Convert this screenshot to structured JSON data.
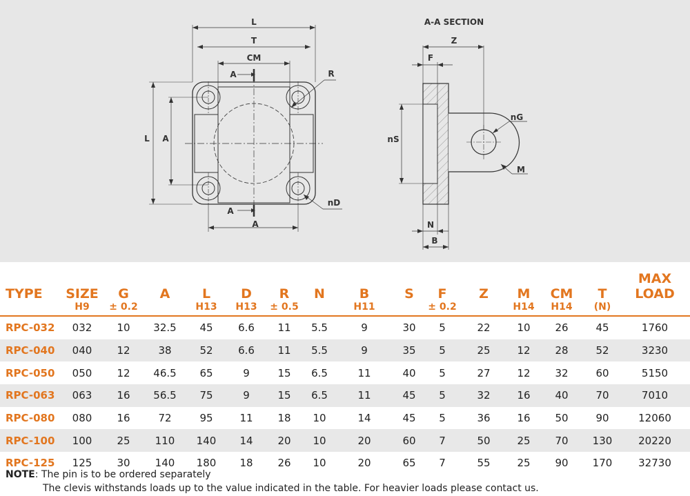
{
  "drawing": {
    "labels": {
      "L_top": "L",
      "T_top": "T",
      "CM": "CM",
      "A_section_top": "A",
      "A_section_bottom": "A",
      "R": "R",
      "L_side": "L",
      "A_side": "A",
      "nD": "nD",
      "A_bottom": "A",
      "section_title": "A-A SECTION",
      "Z": "Z",
      "F": "F",
      "nG": "nG",
      "nS": "nS",
      "M": "M",
      "N": "N",
      "B": "B"
    }
  },
  "table": {
    "headers": [
      "TYPE",
      "SIZE",
      "G",
      "A",
      "L",
      "D",
      "R",
      "N",
      "B",
      "S",
      "F",
      "Z",
      "M",
      "CM",
      "T",
      "MAX LOAD"
    ],
    "subheaders": [
      "",
      "H9",
      "± 0.2",
      "",
      "H13",
      "H13",
      "± 0.5",
      "",
      "H11",
      "",
      "± 0.2",
      "",
      "H14",
      "H14",
      "(N)",
      ""
    ],
    "rows": [
      [
        "RPC-032",
        "032",
        "10",
        "32.5",
        "45",
        "6.6",
        "11",
        "5.5",
        "9",
        "30",
        "5",
        "22",
        "10",
        "26",
        "45",
        "1760"
      ],
      [
        "RPC-040",
        "040",
        "12",
        "38",
        "52",
        "6.6",
        "11",
        "5.5",
        "9",
        "35",
        "5",
        "25",
        "12",
        "28",
        "52",
        "3230"
      ],
      [
        "RPC-050",
        "050",
        "12",
        "46.5",
        "65",
        "9",
        "15",
        "6.5",
        "11",
        "40",
        "5",
        "27",
        "12",
        "32",
        "60",
        "5150"
      ],
      [
        "RPC-063",
        "063",
        "16",
        "56.5",
        "75",
        "9",
        "15",
        "6.5",
        "11",
        "45",
        "5",
        "32",
        "16",
        "40",
        "70",
        "7010"
      ],
      [
        "RPC-080",
        "080",
        "16",
        "72",
        "95",
        "11",
        "18",
        "10",
        "14",
        "45",
        "5",
        "36",
        "16",
        "50",
        "90",
        "12060"
      ],
      [
        "RPC-100",
        "100",
        "25",
        "110",
        "140",
        "14",
        "20",
        "10",
        "20",
        "60",
        "7",
        "50",
        "25",
        "70",
        "130",
        "20220"
      ],
      [
        "RPC-125",
        "125",
        "30",
        "140",
        "180",
        "18",
        "26",
        "10",
        "20",
        "65",
        "7",
        "55",
        "25",
        "90",
        "170",
        "32730"
      ]
    ]
  },
  "note": {
    "label": "NOTE",
    "line1": ": The pin is to be ordered separately",
    "line2": "The clevis withstands loads up to the value indicated in the table. For heavier loads please contact us."
  },
  "colors": {
    "accent": "#e2761f",
    "drawing_background": "#e7e7e7",
    "stripe": "#e8e8e8"
  }
}
